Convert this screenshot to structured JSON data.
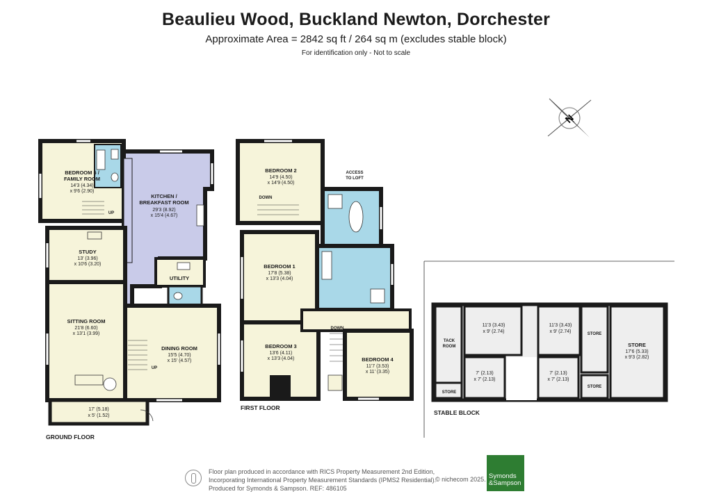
{
  "header": {
    "title": "Beaulieu Wood, Buckland Newton, Dorchester",
    "subtitle": "Approximate Area = 2842 sq ft / 264 sq m (excludes stable block)",
    "note": "For identification only - Not to scale"
  },
  "compass": {
    "letter": "N"
  },
  "colors": {
    "wall": "#1a1a1a",
    "room": "#f6f4da",
    "kitchen": "#c9cbe9",
    "bathroom": "#a9d8e8",
    "stable_bg": "#eeeeee",
    "brand": "#2e7d32"
  },
  "ground_floor": {
    "label": "GROUND FLOOR",
    "rooms": {
      "bedroom5": {
        "name1": "BEDROOM 5 /",
        "name2": "FAMILY ROOM",
        "dim1": "14'3 (4.34)",
        "dim2": "x 9'6 (2.90)"
      },
      "kitchen": {
        "name1": "KITCHEN /",
        "name2": "BREAKFAST ROOM",
        "dim1": "29'3 (8.92)",
        "dim2": "x 15'4 (4.67)"
      },
      "study": {
        "name": "STUDY",
        "dim1": "13' (3.96)",
        "dim2": "x 10'6 (3.20)"
      },
      "utility": {
        "name": "UTILITY"
      },
      "sitting": {
        "name": "SITTING ROOM",
        "dim1": "21'8 (6.60)",
        "dim2": "x 13'1 (3.99)"
      },
      "dining": {
        "name": "DINING ROOM",
        "dim1": "15'5 (4.70)",
        "dim2": "x 15' (4.57)"
      },
      "porch": {
        "dim1": "17' (5.18)",
        "dim2": "x 5' (1.52)"
      }
    },
    "up1": "UP",
    "up2": "UP"
  },
  "first_floor": {
    "label": "FIRST FLOOR",
    "access": {
      "line1": "ACCESS",
      "line2": "TO LOFT"
    },
    "down1": "DOWN",
    "down2": "DOWN",
    "rooms": {
      "bedroom2": {
        "name": "BEDROOM 2",
        "dim1": "14'9 (4.50)",
        "dim2": "x 14'9 (4.50)"
      },
      "bedroom1": {
        "name": "BEDROOM 1",
        "dim1": "17'8 (5.38)",
        "dim2": "x 13'3 (4.04)"
      },
      "bedroom3": {
        "name": "BEDROOM 3",
        "dim1": "13'6 (4.11)",
        "dim2": "x 13'3 (4.04)"
      },
      "bedroom4": {
        "name": "BEDROOM 4",
        "dim1": "11'7 (3.53)",
        "dim2": "x 11' (3.35)"
      }
    }
  },
  "stable_block": {
    "label": "STABLE BLOCK",
    "tack_room1": "TACK",
    "tack_room2": "ROOM",
    "store_small": "STORE",
    "stable1": {
      "dim1": "11'3 (3.43)",
      "dim2": "x 9' (2.74)"
    },
    "stable2": {
      "dim1": "11'3 (3.43)",
      "dim2": "x 9' (2.74)"
    },
    "small1": {
      "dim1": "7' (2.13)",
      "dim2": "x 7' (2.13)"
    },
    "small2": {
      "dim1": "7' (2.13)",
      "dim2": "x 7' (2.13)"
    },
    "store_top": "STORE",
    "store_bottom": "STORE",
    "store_big": {
      "name": "STORE",
      "dim1": "17'6 (5.33)",
      "dim2": "x 9'3 (2.82)"
    }
  },
  "footer": {
    "line1": "Floor plan produced in accordance with RICS Property Measurement 2nd Edition,",
    "line2": "Incorporating International Property Measurement Standards (IPMS2 Residential).",
    "line3": "Produced for Symonds & Sampson.   REF: 486105",
    "copyright": "© nichecom 2025.",
    "brand1": "Symonds",
    "brand2": "&Sampson"
  }
}
